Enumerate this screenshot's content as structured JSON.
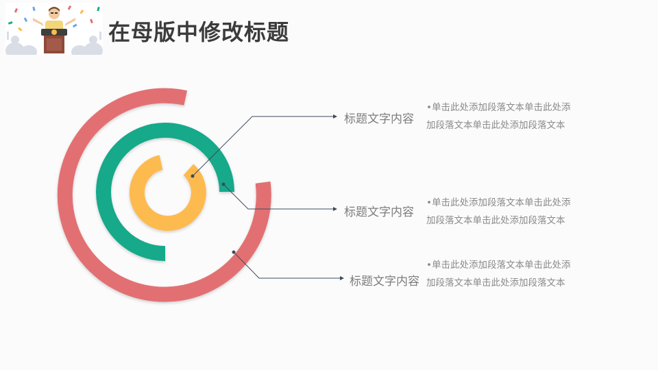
{
  "page": {
    "title": "在母版中修改标题"
  },
  "illustration": {
    "icon": "speaker-at-podium-icon",
    "description_name": "presenter-illustration"
  },
  "colors": {
    "outer_ring": "#e26f72",
    "middle_ring": "#19a98a",
    "inner_ring": "#fdba50",
    "connector": "#3d4a5c",
    "title_text": "#3b3b3b",
    "body_text": "#8a8a8a"
  },
  "items": [
    {
      "title": "标题文字内容",
      "desc_line1": "•单击此处添加段落文本单击此处添",
      "desc_line2": "加段落文本单击此处添加段落文本"
    },
    {
      "title": "标题文字内容",
      "desc_line1": "•单击此处添加段落文本单击此处添",
      "desc_line2": "加段落文本单击此处添加段落文本"
    },
    {
      "title": "标题文字内容",
      "desc_line1": "•单击此处添加段落文本单击此处添",
      "desc_line2": "加段落文本单击此处添加段落文本"
    }
  ]
}
